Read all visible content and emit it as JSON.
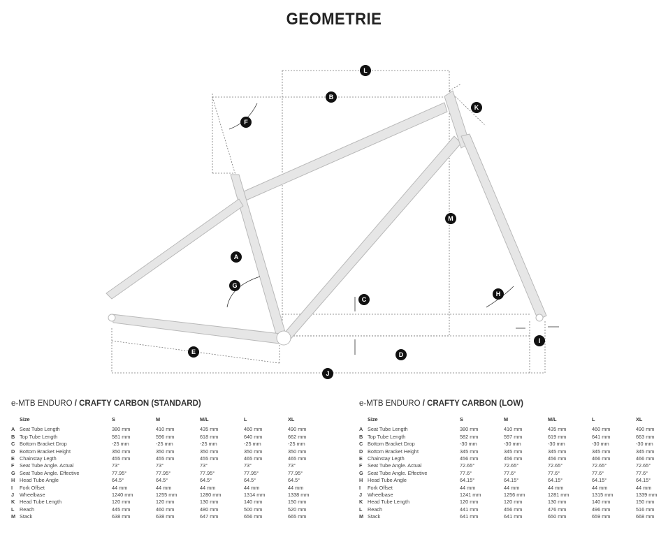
{
  "title": "GEOMETRIE",
  "diagram_labels": [
    "A",
    "B",
    "C",
    "D",
    "E",
    "F",
    "G",
    "H",
    "I",
    "J",
    "K",
    "L",
    "M"
  ],
  "colors": {
    "frame": "#e6e6e6",
    "outline": "#b9b9b9",
    "label": "#111111"
  },
  "tables": [
    {
      "title_prefix": "e-MTB ENDURO",
      "title_bold": "/ CRAFTY CARBON (STANDARD)",
      "header": {
        "label": "Size",
        "sizes": [
          "S",
          "M",
          "M/L",
          "L",
          "XL"
        ]
      },
      "rows": [
        {
          "key": "A",
          "name": "Seat Tube Length",
          "values": [
            "380 mm",
            "410 mm",
            "435 mm",
            "460 mm",
            "490 mm"
          ]
        },
        {
          "key": "B",
          "name": "Top Tube Length",
          "values": [
            "581 mm",
            "596 mm",
            "618 mm",
            "640 mm",
            "662 mm"
          ]
        },
        {
          "key": "C",
          "name": "Bottom Bracket Drop",
          "values": [
            "-25 mm",
            "-25 mm",
            "-25 mm",
            "-25 mm",
            "-25 mm"
          ]
        },
        {
          "key": "D",
          "name": "Bottom Bracket Height",
          "values": [
            "350 mm",
            "350 mm",
            "350 mm",
            "350 mm",
            "350 mm"
          ]
        },
        {
          "key": "E",
          "name": "Chainstay Legth",
          "values": [
            "455 mm",
            "455 mm",
            "455 mm",
            "465 mm",
            "465 mm"
          ]
        },
        {
          "key": "F",
          "name": "Seat Tube Angle. Actual",
          "values": [
            "73°",
            "73°",
            "73°",
            "73°",
            "73°"
          ]
        },
        {
          "key": "G",
          "name": "Seat Tube Angle. Effective",
          "values": [
            "77.95°",
            "77.95°",
            "77.95°",
            "77.95°",
            "77.95°"
          ]
        },
        {
          "key": "H",
          "name": "Head Tube Angle",
          "values": [
            "64.5°",
            "64.5°",
            "64.5°",
            "64.5°",
            "64.5°"
          ]
        },
        {
          "key": "I",
          "name": "Fork Offset",
          "values": [
            "44 mm",
            "44 mm",
            "44 mm",
            "44 mm",
            "44 mm"
          ]
        },
        {
          "key": "J",
          "name": "Wheelbase",
          "values": [
            "1240 mm",
            "1255 mm",
            "1280 mm",
            "1314 mm",
            "1338 mm"
          ]
        },
        {
          "key": "K",
          "name": "Head Tube Length",
          "values": [
            "120 mm",
            "120 mm",
            "130 mm",
            "140 mm",
            "150 mm"
          ]
        },
        {
          "key": "L",
          "name": "Reach",
          "values": [
            "445 mm",
            "460 mm",
            "480 mm",
            "500 mm",
            "520 mm"
          ]
        },
        {
          "key": "M",
          "name": "Stack",
          "values": [
            "638 mm",
            "638 mm",
            "647 mm",
            "656 mm",
            "665 mm"
          ]
        }
      ]
    },
    {
      "title_prefix": "e-MTB ENDURO",
      "title_bold": "/ CRAFTY CARBON (LOW)",
      "header": {
        "label": "Size",
        "sizes": [
          "S",
          "M",
          "M/L",
          "L",
          "XL"
        ]
      },
      "rows": [
        {
          "key": "A",
          "name": "Seat Tube Length",
          "values": [
            "380 mm",
            "410 mm",
            "435 mm",
            "460 mm",
            "490 mm"
          ]
        },
        {
          "key": "B",
          "name": "Top Tube Length",
          "values": [
            "582 mm",
            "597 mm",
            "619 mm",
            "641 mm",
            "663 mm"
          ]
        },
        {
          "key": "C",
          "name": "Bottom Bracket Drop",
          "values": [
            "-30 mm",
            "-30 mm",
            "-30 mm",
            "-30 mm",
            "-30 mm"
          ]
        },
        {
          "key": "D",
          "name": "Bottom Bracket Height",
          "values": [
            "345 mm",
            "345 mm",
            "345 mm",
            "345 mm",
            "345 mm"
          ]
        },
        {
          "key": "E",
          "name": "Chainstay Legth",
          "values": [
            "456 mm",
            "456 mm",
            "456 mm",
            "466 mm",
            "466 mm"
          ]
        },
        {
          "key": "F",
          "name": "Seat Tube Angle. Actual",
          "values": [
            "72.65°",
            "72.65°",
            "72.65°",
            "72.65°",
            "72.65°"
          ]
        },
        {
          "key": "G",
          "name": "Seat Tube Angle. Effective",
          "values": [
            "77.6°",
            "77.6°",
            "77.6°",
            "77.6°",
            "77.6°"
          ]
        },
        {
          "key": "H",
          "name": "Head Tube Angle",
          "values": [
            "64.15°",
            "64.15°",
            "64.15°",
            "64.15°",
            "64.15°"
          ]
        },
        {
          "key": "I",
          "name": "Fork Offset",
          "values": [
            "44 mm",
            "44 mm",
            "44 mm",
            "44 mm",
            "44 mm"
          ]
        },
        {
          "key": "J",
          "name": "Wheelbase",
          "values": [
            "1241 mm",
            "1256 mm",
            "1281 mm",
            "1315 mm",
            "1339 mm"
          ]
        },
        {
          "key": "K",
          "name": "Head Tube Length",
          "values": [
            "120 mm",
            "120 mm",
            "130 mm",
            "140 mm",
            "150 mm"
          ]
        },
        {
          "key": "L",
          "name": "Reach",
          "values": [
            "441 mm",
            "456 mm",
            "476 mm",
            "496 mm",
            "516 mm"
          ]
        },
        {
          "key": "M",
          "name": "Stack",
          "values": [
            "641 mm",
            "641 mm",
            "650 mm",
            "659 mm",
            "668 mm"
          ]
        }
      ]
    }
  ]
}
